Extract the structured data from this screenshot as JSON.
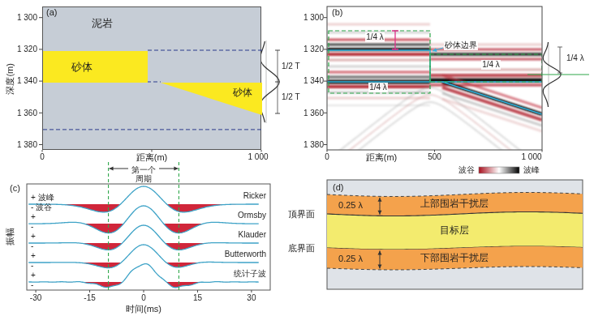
{
  "diagram": {
    "nodes": [
      {
        "text": [
          "泥岩"
        ]
      },
      {
        "text": [
          "砂体"
        ],
        "in": 0
      },
      {
        "text": [
          "砂体"
        ],
        "in": 0
      },
      {
        "text": [
          "0.25 λ",
          "上部围岩干扰层"
        ]
      },
      {
        "text": [
          "目标层"
        ]
      },
      {
        "text": [
          "0.25 λ",
          "下部围岩干扰层"
        ]
      }
    ],
    "labels": [
      "(a)",
      "1 300",
      "1 320",
      "1 340",
      "1 360",
      "1 380",
      "深度(m)",
      "0",
      "距离(m)",
      "1 000",
      "1/2 T",
      "1/2 T",
      "(b)",
      "1 300",
      "1 320",
      "1 340",
      "1 360",
      "1 380",
      "0",
      "距离(m)",
      "500",
      "1 000",
      "1/4 λ",
      "砂体边界",
      "1/4 λ",
      "1/4 λ",
      "1/4 λ",
      "波谷",
      "波峰",
      "(c)",
      "第一个 周期",
      "+ 波峰",
      "- 波谷",
      "+",
      "-",
      "+",
      "-",
      "+",
      "-",
      "+",
      "-",
      "Ricker",
      "Ormsby",
      "Klauder",
      "Butterworth",
      "统计子波",
      "振幅",
      "-30",
      "-15",
      "0",
      "15",
      "30",
      "时间(ms)",
      "(d)",
      "顶界面",
      "底界面"
    ]
  }
}
